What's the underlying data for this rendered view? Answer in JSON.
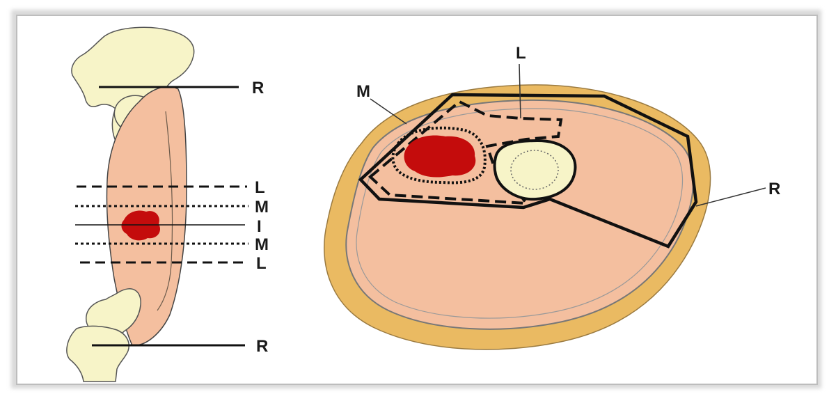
{
  "colors": {
    "bone": "#f7f4c8",
    "muscle": "#f4bf9f",
    "fat": "#eaba62",
    "tumor": "#c40c0c",
    "line": "#111111",
    "frame_shadow": "#c8c8c8"
  },
  "longitudinal": {
    "labels": {
      "r_top": "R",
      "l_top": "L",
      "m_top": "M",
      "i_mid": "I",
      "m_bottom": "M",
      "l_bottom": "L",
      "r_bottom": "R"
    }
  },
  "cross_section": {
    "labels": {
      "m": "M",
      "l": "L",
      "r": "R"
    }
  }
}
